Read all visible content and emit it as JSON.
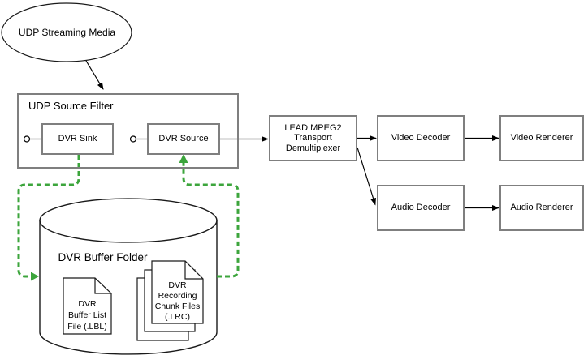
{
  "diagram": {
    "udp_media": {
      "label": "UDP Streaming Media"
    },
    "udp_source_filter": {
      "label": "UDP Source Filter",
      "dvr_sink_label": "DVR Sink",
      "dvr_source_label": "DVR Source"
    },
    "demux": {
      "line1": "LEAD MPEG2",
      "line2": "Transport",
      "line3": "Demultiplexer"
    },
    "video_decoder": {
      "label": "Video Decoder"
    },
    "video_renderer": {
      "label": "Video Renderer"
    },
    "audio_decoder": {
      "label": "Audio Decoder"
    },
    "audio_renderer": {
      "label": "Audio Renderer"
    },
    "buffer_folder": {
      "label": "DVR Buffer Folder",
      "buffer_list_file": {
        "line1": "DVR",
        "line2": "Buffer List",
        "line3": "File (.LBL)"
      },
      "chunk_files": {
        "line1": "DVR",
        "line2": "Recording",
        "line3": "Chunk Files",
        "line4": "(.LRC)"
      }
    },
    "colors": {
      "flow_green": "#3CA53C",
      "box_border": "#7f7f7f",
      "line_black": "#000000"
    }
  }
}
